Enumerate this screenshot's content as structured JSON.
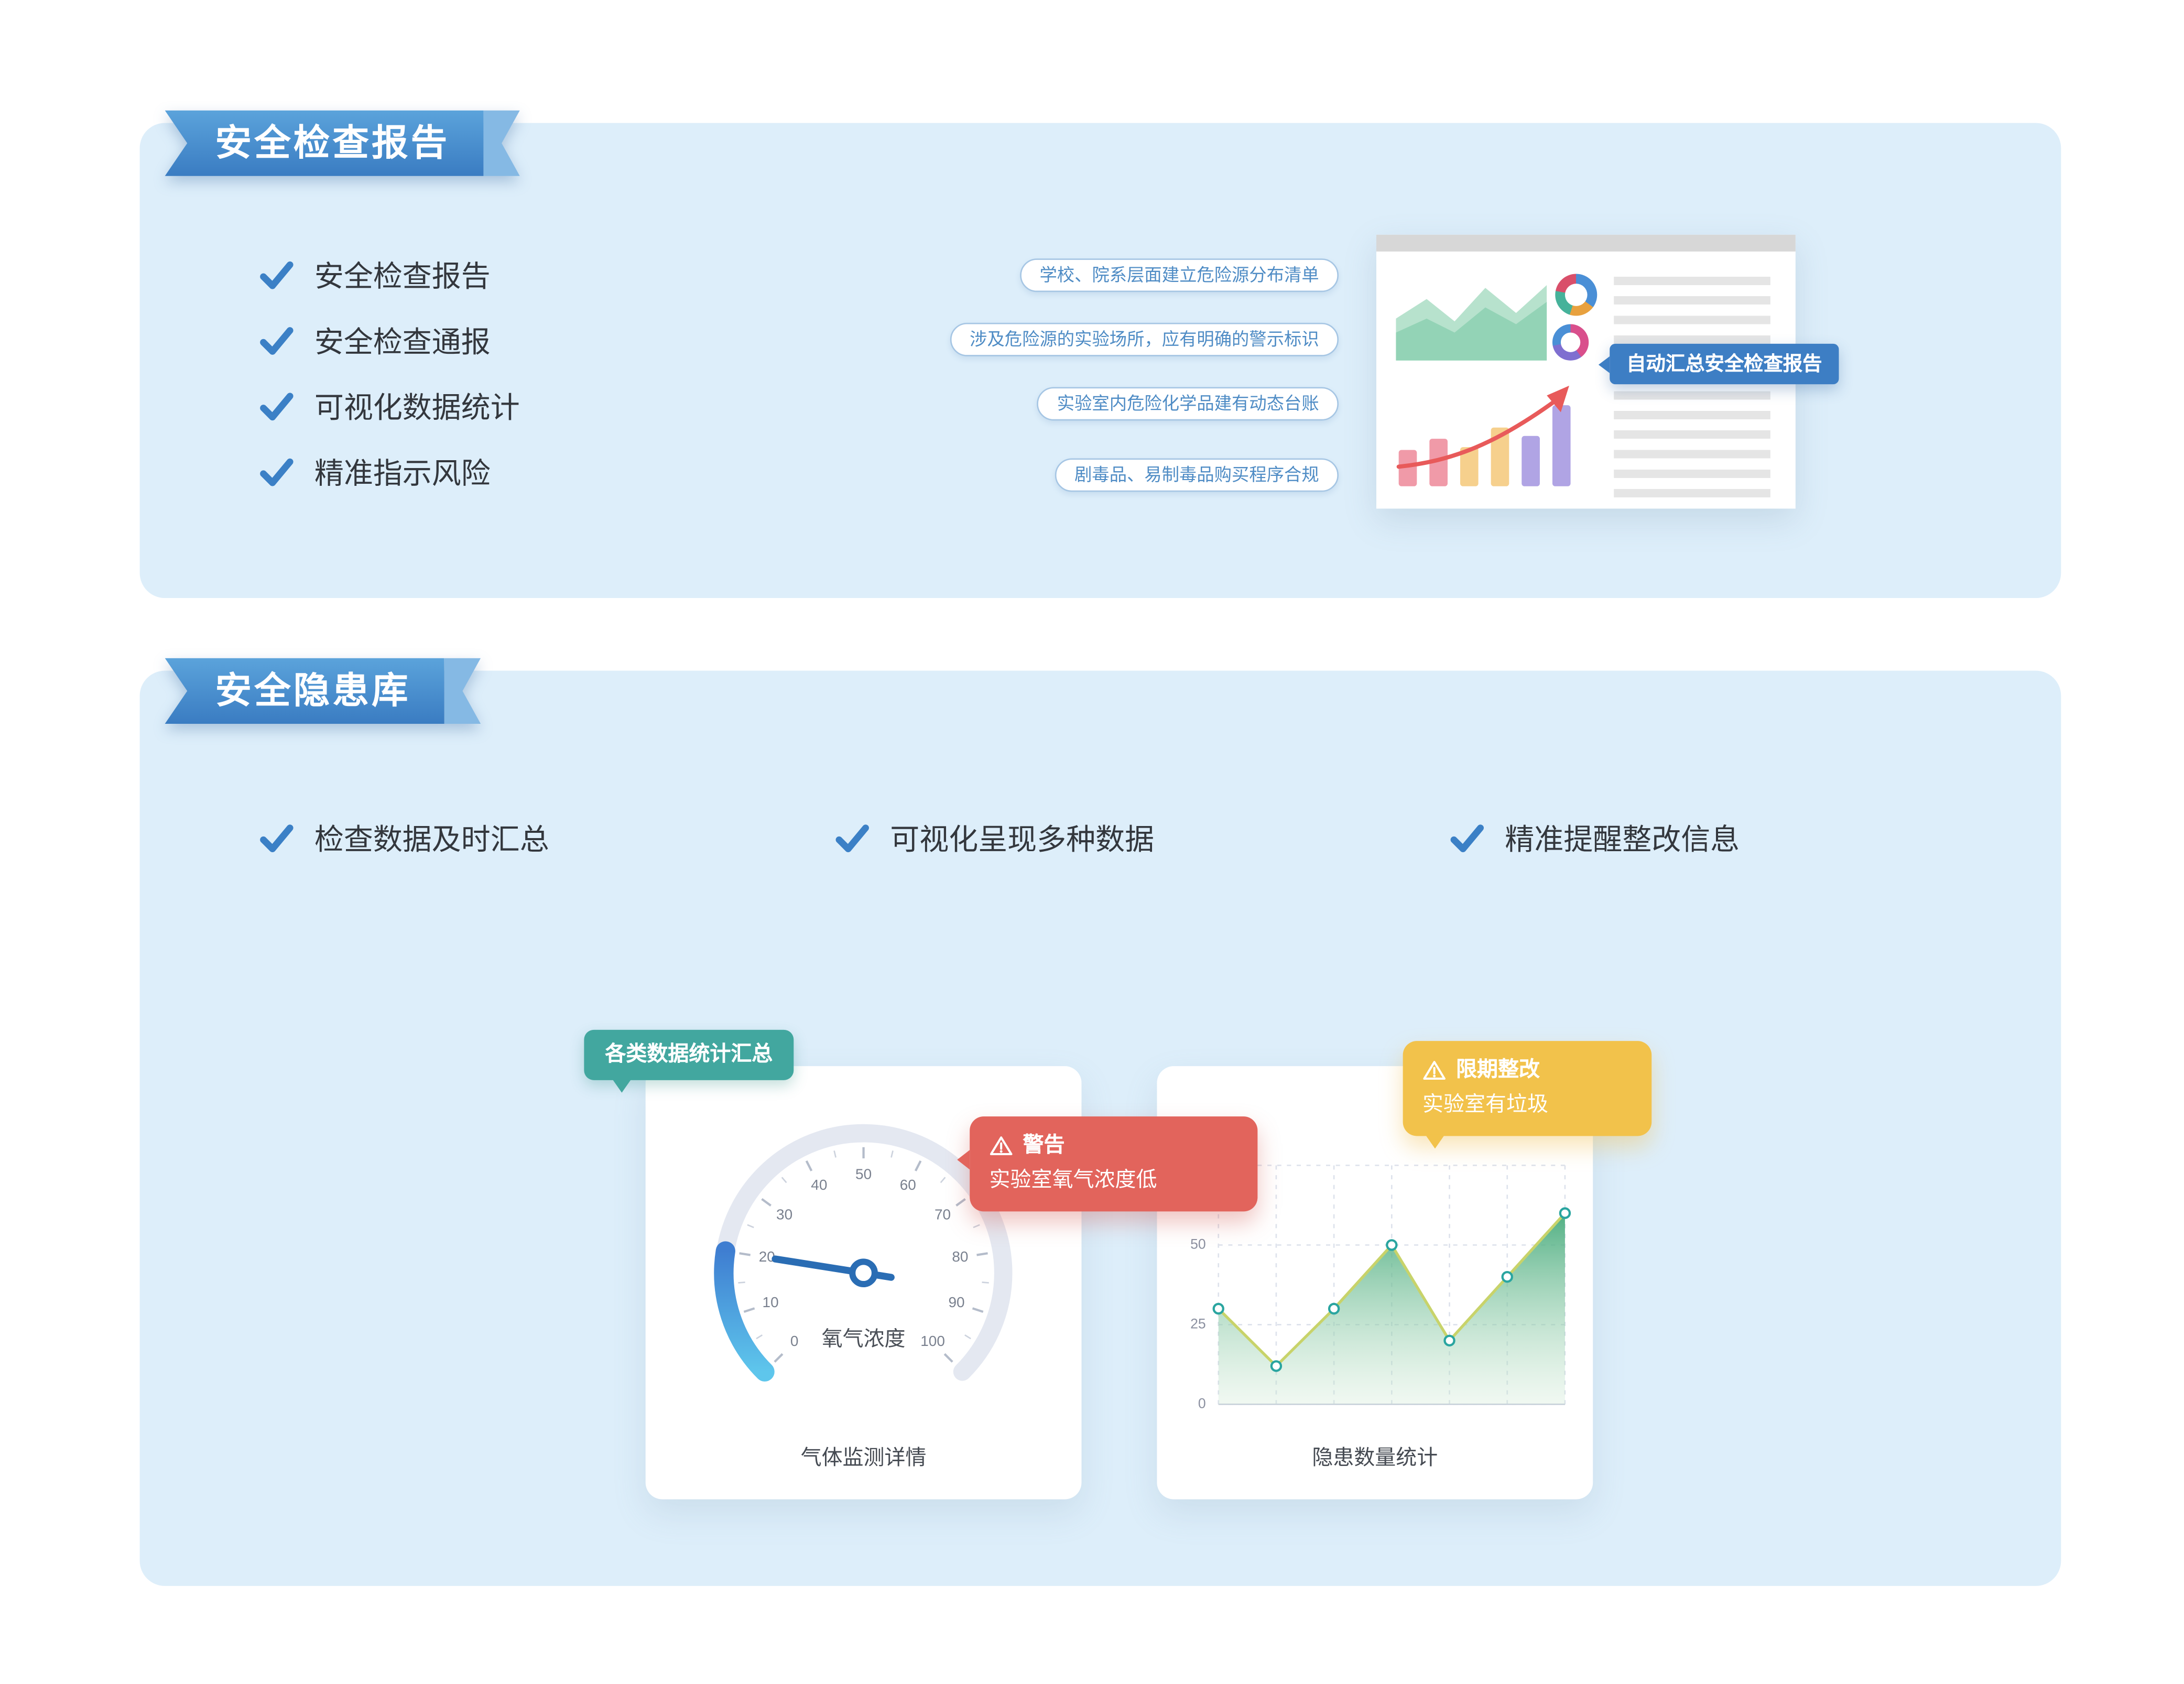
{
  "report_section": {
    "ribbon": "安全检查报告",
    "checklist": [
      "安全检查报告",
      "安全检查通报",
      "可视化数据统计",
      "精准指示风险"
    ],
    "pills": [
      "学校、院系层面建立危险源分布清单",
      "涉及危险源的实验场所，应有明确的警示标识",
      "实验室内危险化学品建有动态台账",
      "剧毒品、易制毒品购买程序合规"
    ],
    "doc_badge": "自动汇总安全检查报告"
  },
  "hazard_section": {
    "ribbon": "安全隐患库",
    "checklist": [
      "检查数据及时汇总",
      "可视化呈现多种数据",
      "精准提醒整改信息"
    ],
    "summary_badge": "各类数据统计汇总",
    "gauge_card": {
      "caption": "气体监测详情"
    },
    "warning_callout": {
      "title": "警告",
      "text": "实验室氧气浓度低"
    },
    "rectify_callout": {
      "title": "限期整改",
      "text": "实验室有垃圾"
    },
    "area_card": {
      "caption": "隐患数量统计"
    }
  },
  "chart_data": [
    {
      "type": "gauge",
      "title": "氧气浓度",
      "min": 0,
      "max": 100,
      "value": 20,
      "ticks": [
        0,
        10,
        20,
        30,
        40,
        50,
        60,
        70,
        80,
        90,
        100
      ],
      "start_angle_deg": -135,
      "end_angle_deg": 135
    },
    {
      "type": "area",
      "title": "隐患数量统计",
      "x": [
        1,
        2,
        3,
        4,
        5,
        6,
        7
      ],
      "values": [
        30,
        12,
        30,
        50,
        20,
        40,
        60
      ],
      "yticks": [
        0,
        25,
        50
      ],
      "ylim": [
        0,
        75
      ],
      "grid": true,
      "legend": "none"
    }
  ],
  "colors": {
    "panel_blue": "#ddeefa",
    "ribbon_blue": "#3a7cc2",
    "accent_blue": "#3d7ec4",
    "check_blue": "#3b80c6",
    "teal_badge": "#42a79f",
    "warning_red": "#e2645c",
    "rectify_yellow": "#f2c24b",
    "gauge_needle_blue": "#2a6db4",
    "area_green": "#41a878"
  }
}
